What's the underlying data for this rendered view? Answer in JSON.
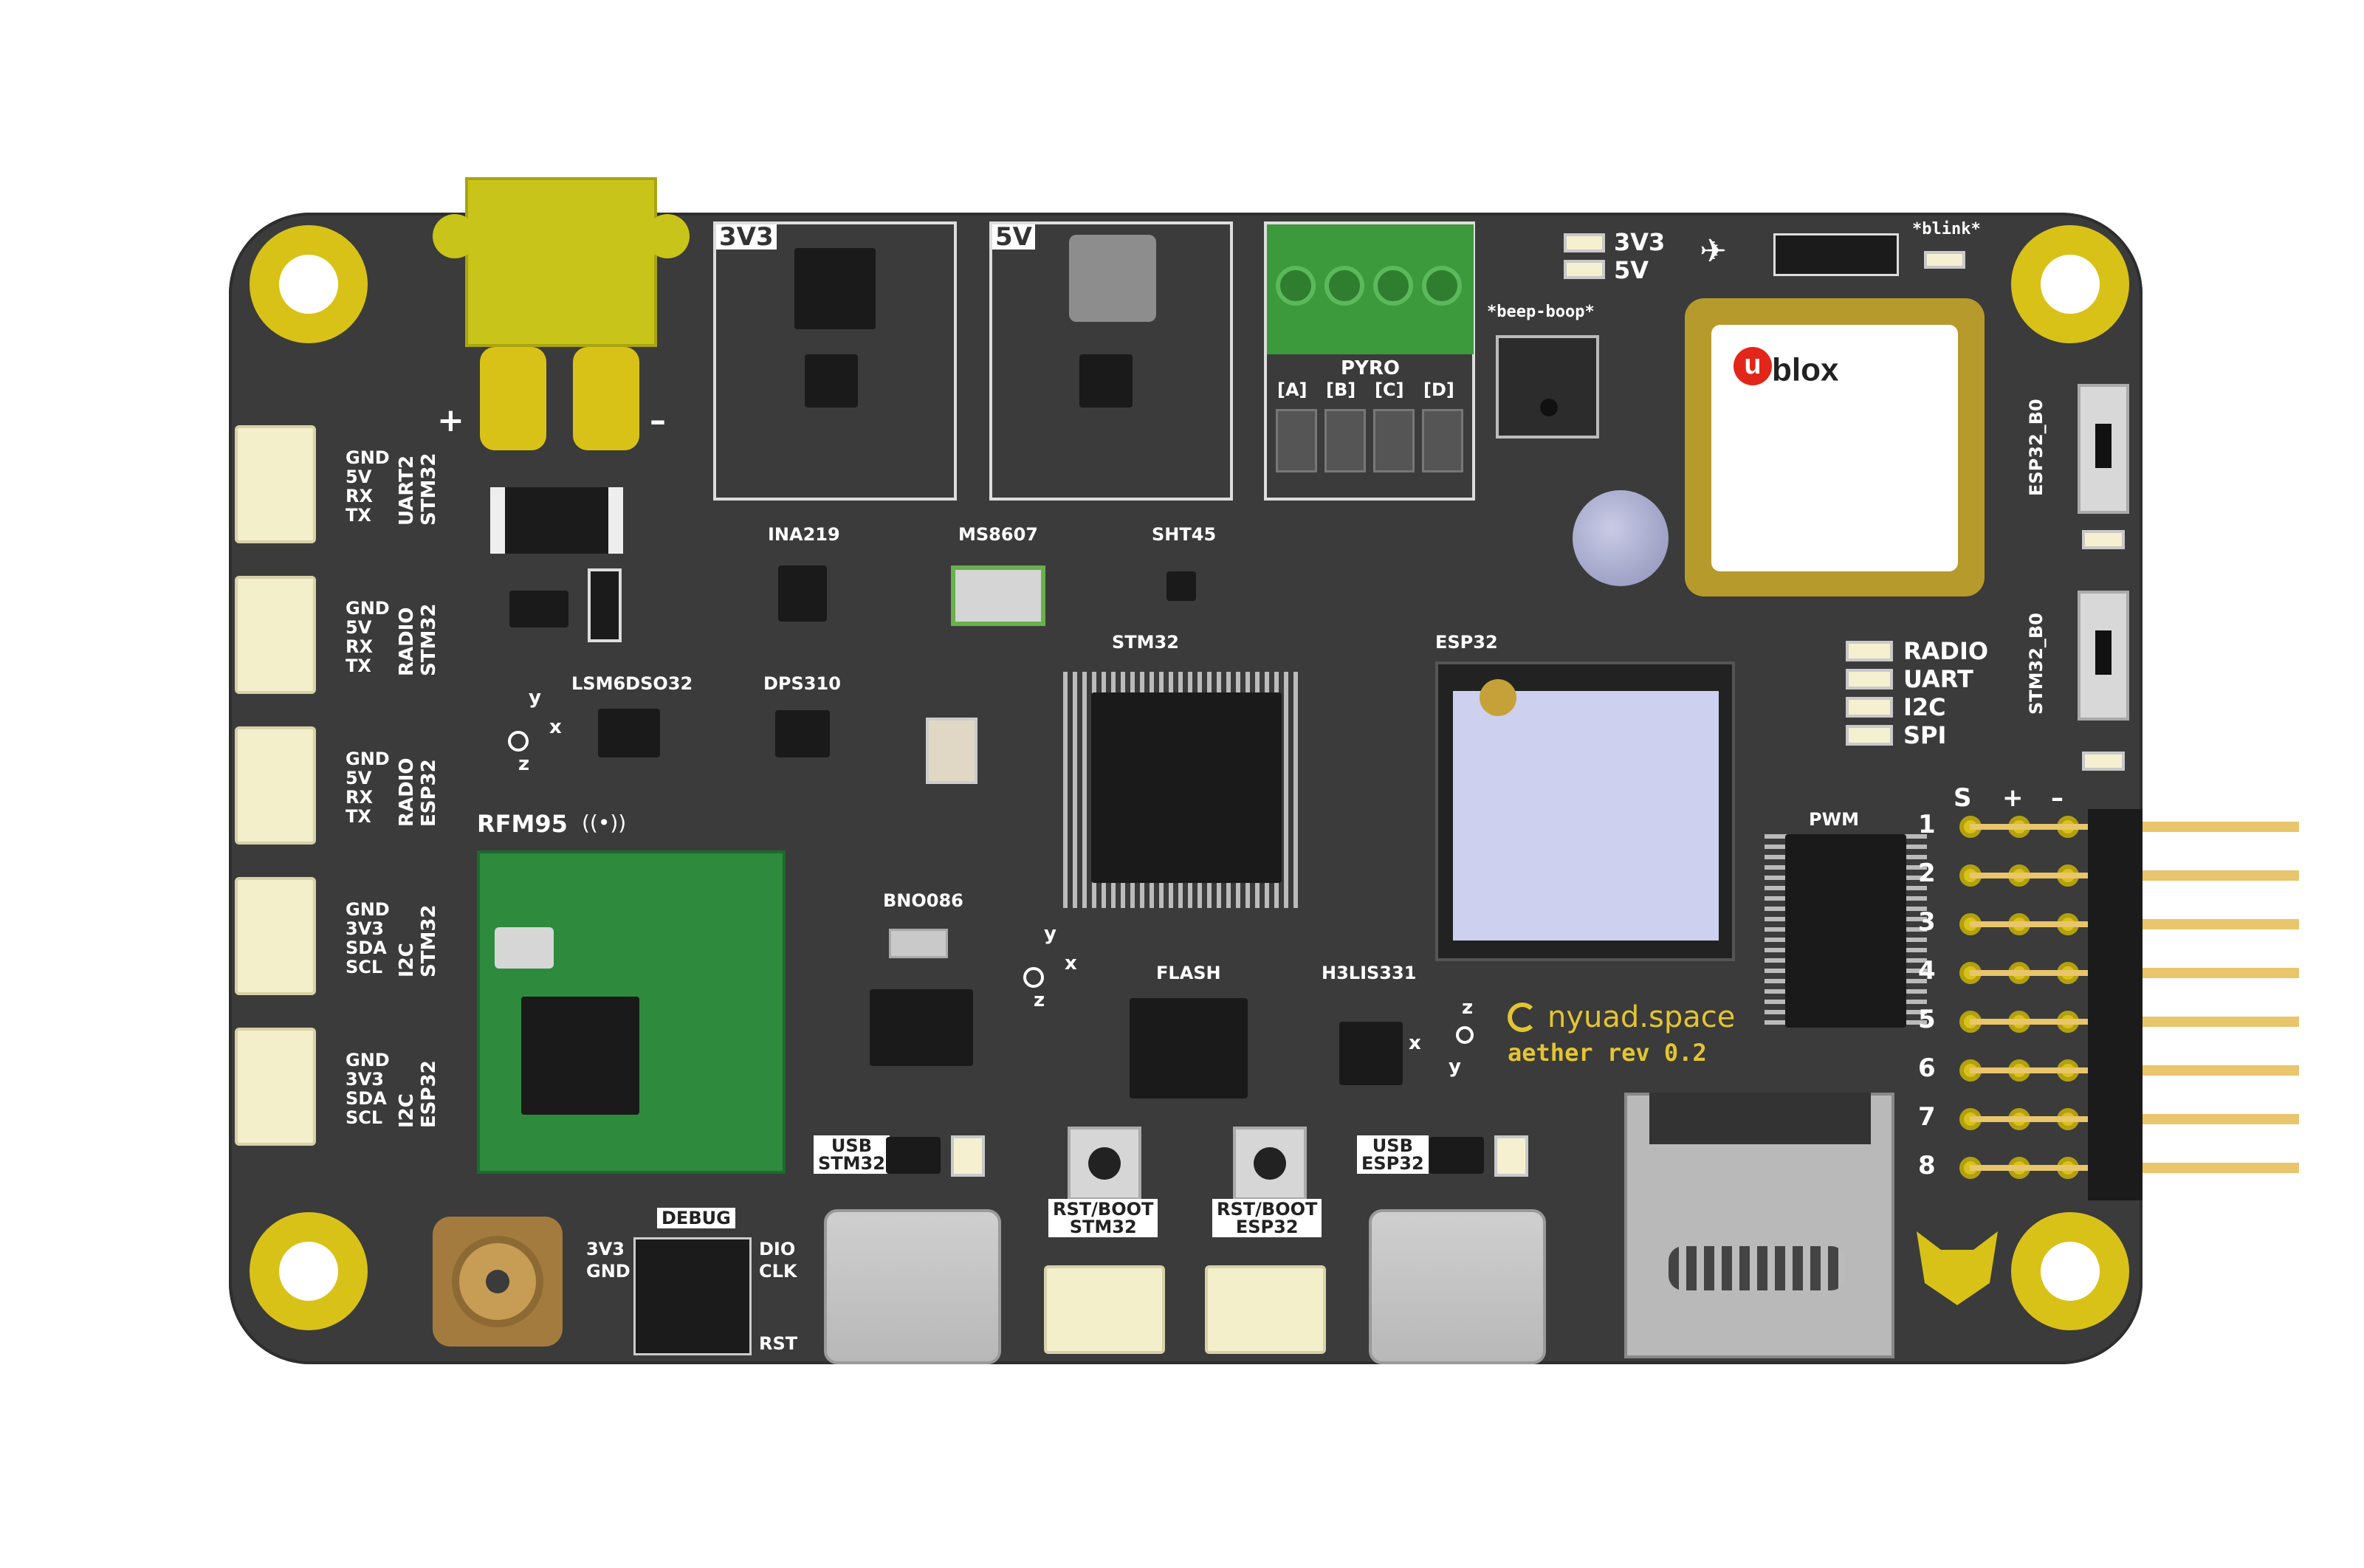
{
  "board": {
    "headers": {
      "uart2_stm32": {
        "pins": [
          "GND",
          "5V",
          "RX",
          "TX"
        ],
        "label_top": "UART2",
        "label_bottom": "STM32"
      },
      "radio_stm32": {
        "pins": [
          "GND",
          "5V",
          "RX",
          "TX"
        ],
        "label_top": "RADIO",
        "label_bottom": "STM32"
      },
      "radio_esp32": {
        "pins": [
          "GND",
          "5V",
          "RX",
          "TX"
        ],
        "label_top": "RADIO",
        "label_bottom": "ESP32"
      },
      "i2c_stm32": {
        "pins": [
          "GND",
          "3V3",
          "SDA",
          "SCL"
        ],
        "label_top": "I2C",
        "label_bottom": "STM32"
      },
      "i2c_esp32": {
        "pins": [
          "GND",
          "3V3",
          "SDA",
          "SCL"
        ],
        "label_top": "I2C",
        "label_bottom": "ESP32"
      }
    },
    "power": {
      "plus": "+",
      "minus": "–",
      "reg_3v3": "3V3",
      "reg_5v": "5V",
      "led_3v3": "3V3",
      "led_5v": "5V"
    },
    "pyro": {
      "title": "PYRO",
      "channels": [
        "[A]",
        "[B]",
        "[C]",
        "[D]"
      ]
    },
    "buzzer": "*beep-boop*",
    "blink": "*blink*",
    "gps": {
      "brand_u": "u",
      "brand_rest": "blox"
    },
    "switches": {
      "esp32_b0": "ESP32_B0",
      "stm32_b0": "STM32_B0"
    },
    "status_leds": [
      "RADIO",
      "UART",
      "I2C",
      "SPI"
    ],
    "chips": {
      "ina219": "INA219",
      "ms8607": "MS8607",
      "sht45": "SHT45",
      "lsm": "LSM6DSO32",
      "dps": "DPS310",
      "stm32": "STM32",
      "esp32": "ESP32",
      "rfm95": "RFM95",
      "bno": "BNO086",
      "flash": "FLASH",
      "h3lis": "H3LIS331",
      "pwm": "PWM"
    },
    "pwm_header": {
      "cols": [
        "S",
        "+",
        "–"
      ],
      "rows": [
        "1",
        "2",
        "3",
        "4",
        "5",
        "6",
        "7",
        "8"
      ]
    },
    "branding": {
      "name": "nyuad.space",
      "rev": "aether rev 0.2"
    },
    "usb": {
      "stm_top": "USB",
      "stm_bottom": "STM32",
      "esp_top": "USB",
      "esp_bottom": "ESP32"
    },
    "reset": {
      "stm_top": "RST/BOOT",
      "stm_bottom": "STM32",
      "esp_top": "RST/BOOT",
      "esp_bottom": "ESP32"
    },
    "debug": {
      "title": "DEBUG",
      "left": [
        "3V3",
        "GND"
      ],
      "right": [
        "DIO",
        "CLK",
        "RST"
      ]
    },
    "axes": {
      "x": "x",
      "y": "y",
      "z": "z"
    },
    "colors": {
      "pcb": "#3b3b3b",
      "gold": "#d9c218",
      "xt60": "#c8c41a",
      "rfm": "#2e8b3e",
      "silk": "#ffffff"
    }
  }
}
